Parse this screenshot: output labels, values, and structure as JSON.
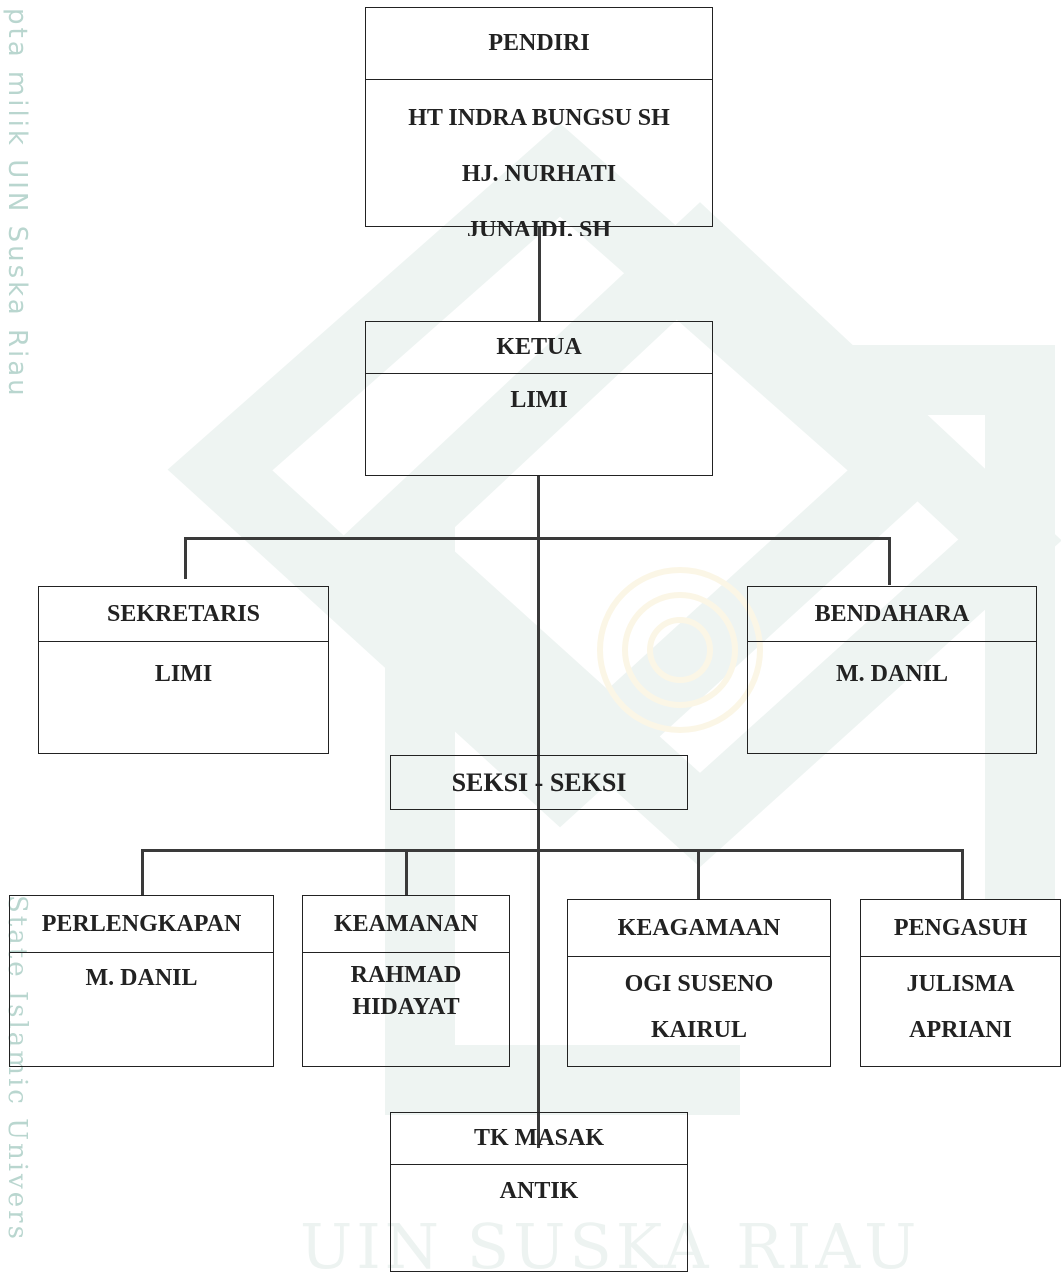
{
  "watermark": {
    "side_top": "pta milik UIN Suska Riau",
    "side_bottom": "State Islamic Univers",
    "bottom": "UIN SUSKA RIAU"
  },
  "pendiri": {
    "title": "PENDIRI",
    "names": [
      "HT INDRA  BUNGSU SH",
      "HJ. NURHATI",
      "JUNAIDI, SH"
    ]
  },
  "ketua": {
    "title": "KETUA",
    "names": [
      "LIMI"
    ]
  },
  "sekretaris": {
    "title": "SEKRETARIS",
    "names": [
      "LIMI"
    ]
  },
  "bendahara": {
    "title": "BENDAHARA",
    "names": [
      "M. DANIL"
    ]
  },
  "seksi": {
    "title": "SEKSI - SEKSI"
  },
  "perlengkapan": {
    "title": "PERLENGKAPAN",
    "names": [
      "M. DANIL"
    ]
  },
  "keamanan": {
    "title": "KEAMANAN",
    "names": [
      "RAHMAD",
      "HIDAYAT"
    ]
  },
  "keagamaan": {
    "title": "KEAGAMAAN",
    "names": [
      "OGI SUSENO",
      "KAIRUL"
    ]
  },
  "pengasuh": {
    "title": "PENGASUH",
    "names": [
      "JULISMA",
      "APRIANI"
    ]
  },
  "tk_masak": {
    "title": "TK MASAK",
    "names": [
      "ANTIK"
    ]
  }
}
